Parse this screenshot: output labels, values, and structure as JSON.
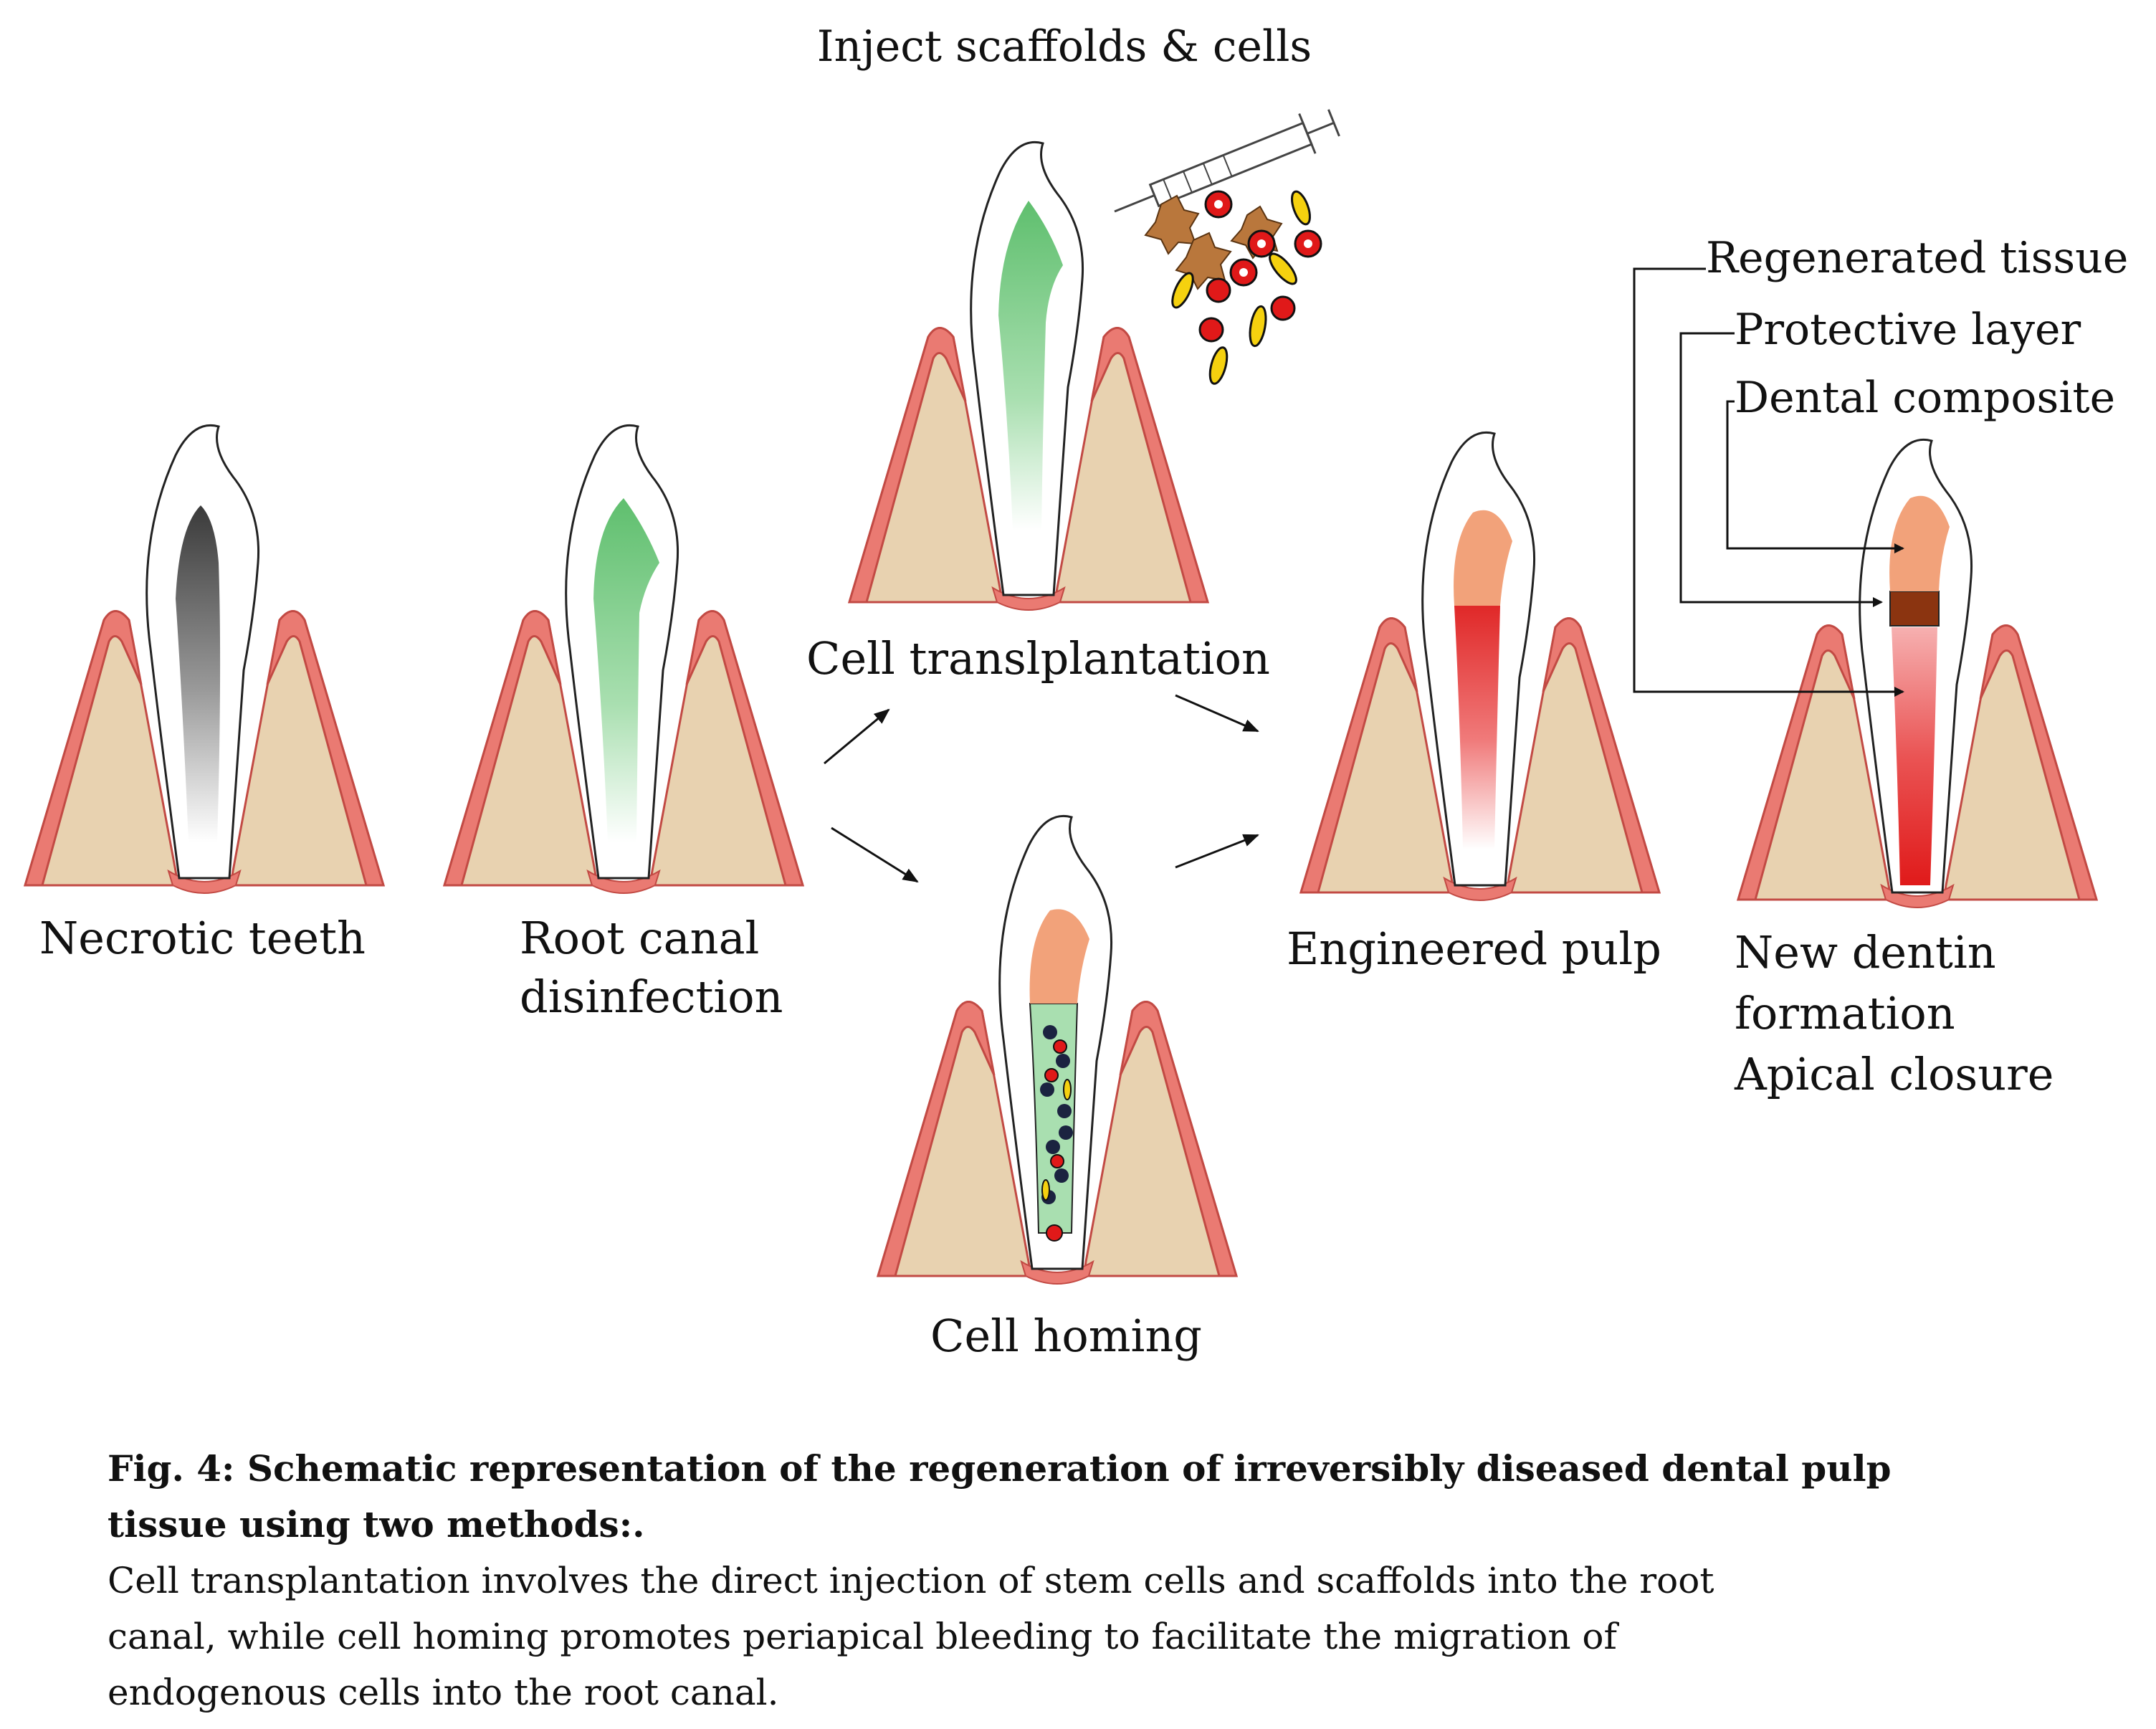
{
  "figure": {
    "top_label": "Inject scaffolds & cells",
    "stage_labels": {
      "necrotic": "Necrotic teeth",
      "disinfection_l1": "Root canal",
      "disinfection_l2": "disinfection",
      "transplantation": "Cell translplantation",
      "homing": "Cell homing",
      "engineered": "Engineered pulp",
      "new_dentin_l1": "New dentin",
      "new_dentin_l2": "formation",
      "apical": "Apical closure"
    },
    "callouts": {
      "regenerated": "Regenerated tissue",
      "protective": "Protective layer",
      "composite": "Dental composite"
    },
    "colors": {
      "bone": "#e8d2b0",
      "gum": "#ea7a72",
      "gum_stroke": "#c24a44",
      "scaffold": "#7fcf8a",
      "composite": "#f2a27a",
      "protective": "#8b3410",
      "pulp": "#e23b3b",
      "necrotic": "#555555",
      "cell_red": "#e01919",
      "cell_yellow": "#f5d10f",
      "cell_brown": "#b9773c"
    }
  },
  "caption": {
    "title_line1": "Fig. 4: Schematic representation of the regeneration of irreversibly diseased dental pulp",
    "title_line2": "tissue using two methods:.",
    "body_line1": "Cell transplantation involves the direct injection of stem cells and scaffolds into the root",
    "body_line2": "canal, while cell homing promotes periapical bleeding to facilitate the migration of",
    "body_line3": "endogenous cells into the root canal."
  }
}
